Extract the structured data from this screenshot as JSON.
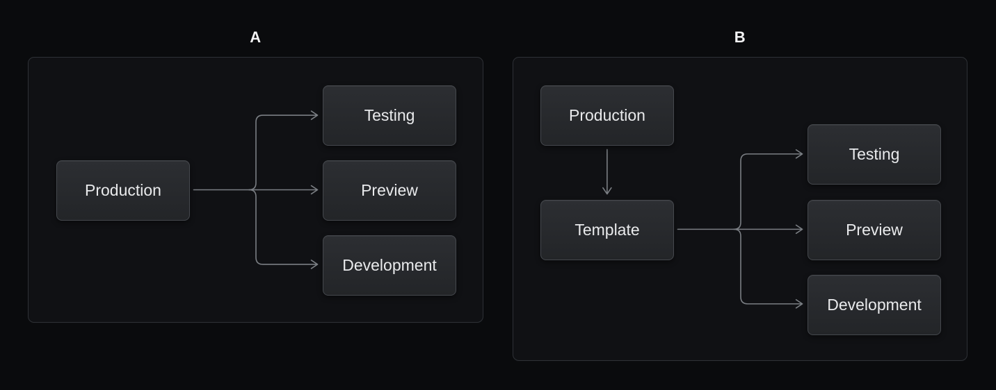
{
  "colors": {
    "page_bg": "#0a0b0d",
    "panel_bg": "#101114",
    "panel_border": "#2e3136",
    "node_bg_top": "#2c2e32",
    "node_bg_bottom": "#232528",
    "node_border": "#45484d",
    "node_text": "#e9eaec",
    "edge": "#7b7f84",
    "label_text": "#f4f4f5"
  },
  "diagram_a": {
    "label": "A",
    "nodes": {
      "production": "Production",
      "testing": "Testing",
      "preview": "Preview",
      "development": "Development"
    },
    "edges": [
      {
        "from": "Production",
        "to": "Testing"
      },
      {
        "from": "Production",
        "to": "Preview"
      },
      {
        "from": "Production",
        "to": "Development"
      }
    ]
  },
  "diagram_b": {
    "label": "B",
    "nodes": {
      "production": "Production",
      "template": "Template",
      "testing": "Testing",
      "preview": "Preview",
      "development": "Development"
    },
    "edges": [
      {
        "from": "Production",
        "to": "Template"
      },
      {
        "from": "Template",
        "to": "Testing"
      },
      {
        "from": "Template",
        "to": "Preview"
      },
      {
        "from": "Template",
        "to": "Development"
      }
    ]
  }
}
